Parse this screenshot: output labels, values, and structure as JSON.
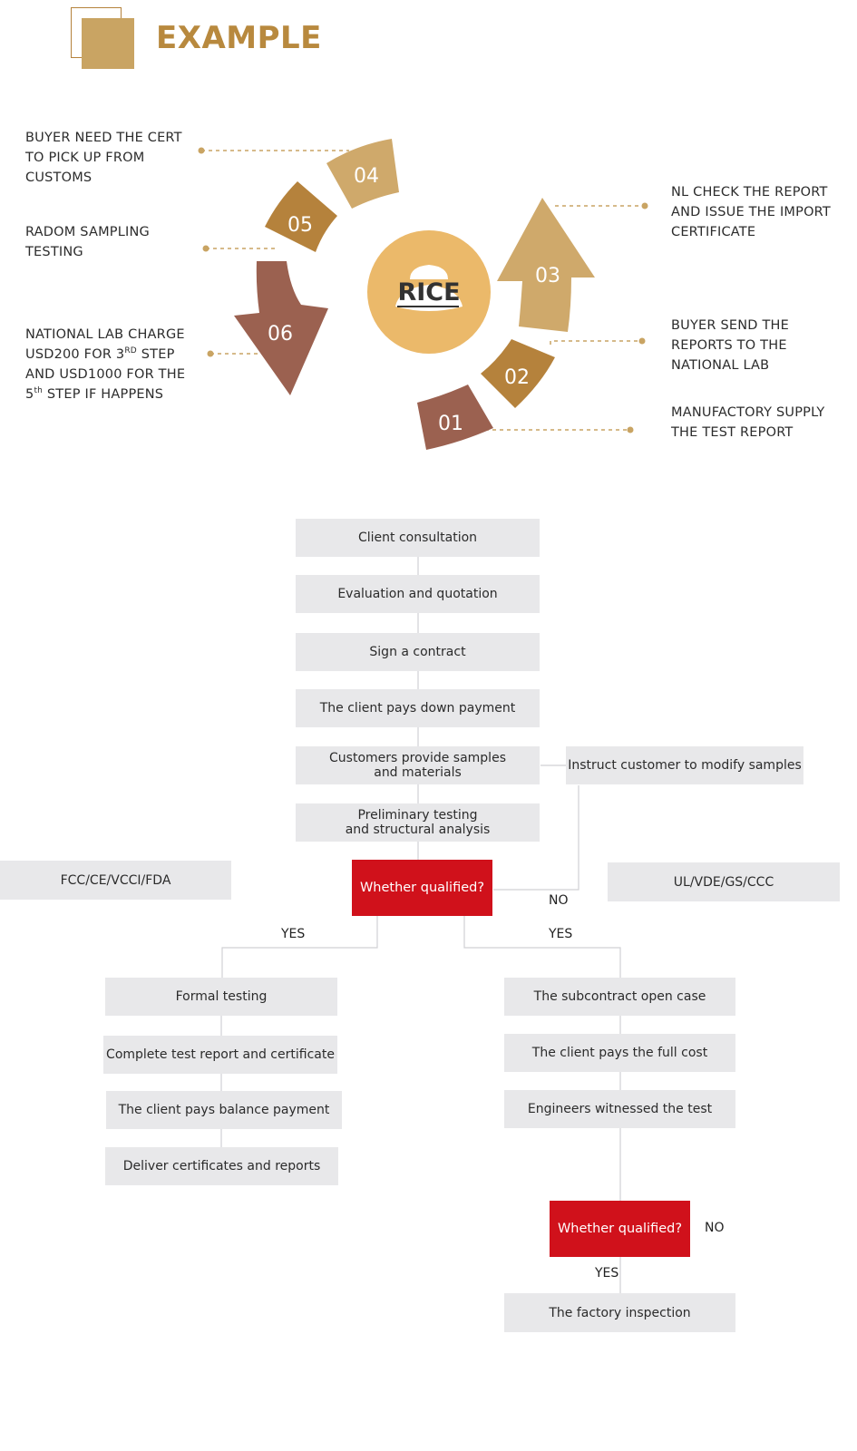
{
  "header": {
    "title": "EXAMPLE"
  },
  "cycle": {
    "center_label": "RICE",
    "steps": [
      {
        "num": "01",
        "note": "MANUFACTORY SUPPLY THE TEST REPORT"
      },
      {
        "num": "02",
        "note": "BUYER SEND THE REPORTS TO THE NATIONAL LAB"
      },
      {
        "num": "03",
        "note": "NL CHECK THE REPORT AND ISSUE THE IMPORT CERTIFICATE"
      },
      {
        "num": "04",
        "note": "BUYER NEED THE CERT TO PICK UP FROM CUSTOMS"
      },
      {
        "num": "05",
        "note": "RADOM SAMPLING TESTING"
      },
      {
        "num": "06",
        "note_l1": "NATIONAL LAB CHARGE",
        "note_l2a": "USD200 FOR 3",
        "note_sup1": "RD",
        "note_l2b": " STEP",
        "note_l3": "AND USD1000 FOR THE",
        "note_l4a": "5",
        "note_sup2": "th",
        "note_l4b": " STEP IF HAPPENS"
      }
    ],
    "colors": {
      "light": "#cda768",
      "mid": "#b5823c",
      "dark": "#9b6150",
      "center": "#ebb96a"
    }
  },
  "flow": {
    "steps": [
      "Client consultation",
      "Evaluation and quotation",
      "Sign a contract",
      "The client pays down payment"
    ],
    "samples": [
      "Customers provide samples",
      "and materials"
    ],
    "modify": "Instruct customer to modify samples",
    "prelim": [
      "Preliminary testing",
      "and structural analysis"
    ],
    "decision": "Whether qualified?",
    "left_std": "FCC/CE/VCCI/FDA",
    "right_std": "UL/VDE/GS/CCC",
    "no": "NO",
    "yes": "YES",
    "left_branch": [
      "Formal testing",
      "Complete test report and certificate",
      "The client pays balance payment",
      "Deliver certificates and reports"
    ],
    "right_branch": [
      "The subcontract open case",
      "The client pays the full cost",
      "Engineers witnessed the test"
    ],
    "decision2": "Whether qualified?",
    "final": "The factory inspection"
  }
}
